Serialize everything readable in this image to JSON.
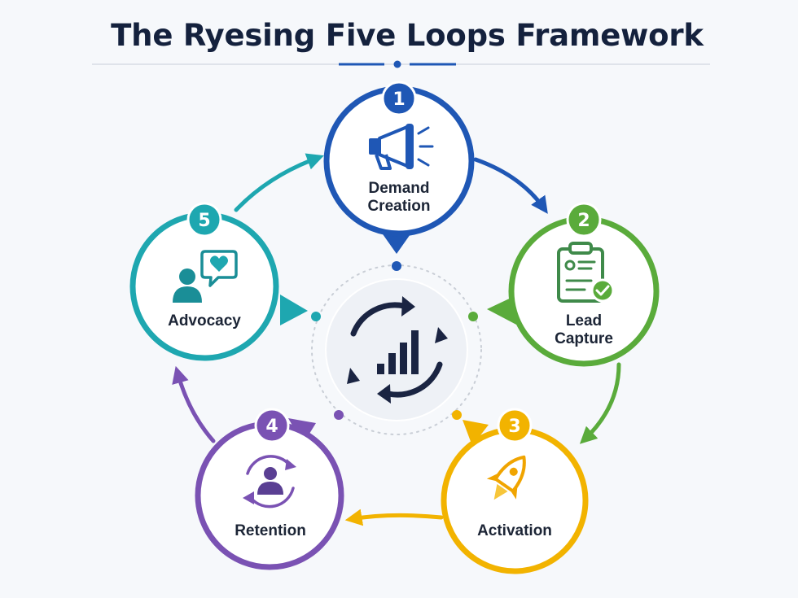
{
  "title": "The Ryesing Five Loops Framework",
  "colors": {
    "blue": "#1f57b5",
    "green": "#5aab3b",
    "yellow": "#f2b300",
    "purple": "#7a52b3",
    "teal": "#1ea7b0",
    "navy": "#1a2442"
  },
  "center_icon": "cycle-growth-chart-icon",
  "loops": [
    {
      "number": "1",
      "label_lines": [
        "Demand",
        "Creation"
      ],
      "icon": "megaphone-icon"
    },
    {
      "number": "2",
      "label_lines": [
        "Lead",
        "Capture"
      ],
      "icon": "clipboard-check-icon"
    },
    {
      "number": "3",
      "label_lines": [
        "Activation"
      ],
      "icon": "rocket-icon"
    },
    {
      "number": "4",
      "label_lines": [
        "Retention"
      ],
      "icon": "user-cycle-icon"
    },
    {
      "number": "5",
      "label_lines": [
        "Advocacy"
      ],
      "icon": "user-heart-chat-icon"
    }
  ]
}
